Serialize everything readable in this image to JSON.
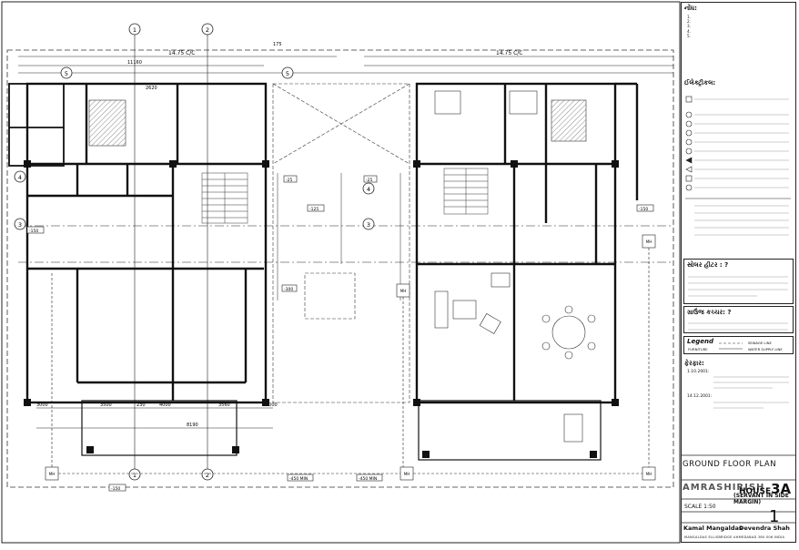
{
  "plan": {
    "title": "GROUND FLOOR PLAN",
    "project": "AMRASHIRISH",
    "house_label": "HOUSE",
    "house_no": "3A",
    "subtitle": "(SERVANT IN SIDE MARGIN)",
    "scale": "SCALE 1:50",
    "drawing_no": "1",
    "architect_1": "Kamal Mangaldas",
    "architect_2": "Devendra Shah",
    "address": "MANGALDAS   ELLISBRIDGE   AHMEDABAD   380 006   INDIA"
  },
  "notes": {
    "heading": "નોંધ:",
    "items": [
      "1.",
      "2.",
      "3.",
      "4.",
      "5."
    ]
  },
  "electrical": {
    "heading": "ઈલેક્ટ્રીકલ:"
  },
  "solar": {
    "heading": "સોલર હીટર : ?"
  },
  "geyser": {
    "heading": "ગ્રાઉંજ કચ્ચર: ?"
  },
  "legend": {
    "heading": "Legend",
    "furniture": "FURNITURE",
    "sewage": "SEWAGE LINE",
    "water": "WATER SUPPLY LINE"
  },
  "revisions": {
    "heading": "ફેરફાર:",
    "items": [
      "1.10.2001:",
      "14.12.2001:"
    ]
  },
  "dimensions": {
    "top_left": "14.75 C/C",
    "top_right": "14.75 C/C",
    "d11160": "11160",
    "d175": "175",
    "d3000a": "3000",
    "d3000b": "3000",
    "d4000": "4000",
    "d3500": "3500",
    "d3560": "3560",
    "d8190": "8190",
    "d2620": "2620",
    "d230": "230"
  },
  "grid": [
    "1",
    "2",
    "3",
    "4",
    "5"
  ],
  "levels": {
    "lvl150a": "-150",
    "lvl150b": "-150",
    "lvl150c": "-150",
    "lvl300": "-300",
    "lvl450a": "-450 MIN",
    "lvl450b": "-450 MIN",
    "lvl125": "-125",
    "lvl25a": "-25",
    "lvl25b": "-25"
  },
  "mh": [
    "MH",
    "MH",
    "MH",
    "MH",
    "MH"
  ],
  "colors": {
    "line": "#1a1a1a",
    "hatch": "#777777",
    "fill": "#e6e6e6"
  }
}
